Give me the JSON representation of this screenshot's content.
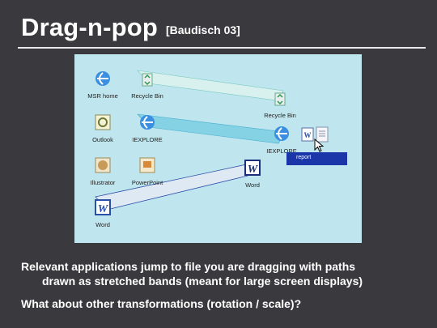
{
  "title": "Drag-n-pop",
  "citation": "[Baudisch 03]",
  "screenshot": {
    "icons": [
      {
        "id": "msr-home",
        "label": "MSR home",
        "icon": "ie-icon"
      },
      {
        "id": "recycle-bin",
        "label": "Recycle Bin",
        "icon": "recycle-bin-icon"
      },
      {
        "id": "outlook",
        "label": "Outlook",
        "icon": "outlook-icon"
      },
      {
        "id": "iexplore",
        "label": "IEXPLORE",
        "icon": "ie-icon"
      },
      {
        "id": "illustrator",
        "label": "Illustrator",
        "icon": "illustrator-icon"
      },
      {
        "id": "powerpoint",
        "label": "PowerPoint",
        "icon": "powerpoint-icon"
      },
      {
        "id": "word",
        "label": "Word",
        "icon": "word-icon"
      }
    ],
    "popped": [
      {
        "id": "recycle-bin-tip",
        "label": "Recycle Bin",
        "icon": "recycle-bin-icon"
      },
      {
        "id": "iexplore-tip",
        "label": "IEXPLORE",
        "icon": "ie-icon"
      },
      {
        "id": "word-tip",
        "label": "Word",
        "icon": "word-icon"
      }
    ],
    "dragged_file": {
      "label": "report",
      "icon": "document-icon"
    }
  },
  "bullets": [
    {
      "line1": "Relevant applications jump to file you are dragging with paths",
      "line2": "drawn as stretched bands (meant for large screen displays)"
    },
    {
      "line1": "What about other transformations (rotation / scale)?",
      "line2": ""
    }
  ],
  "colors": {
    "background": "#3a3a3e",
    "desktop": "#bfe6ee",
    "selection": "#1a36a8"
  }
}
